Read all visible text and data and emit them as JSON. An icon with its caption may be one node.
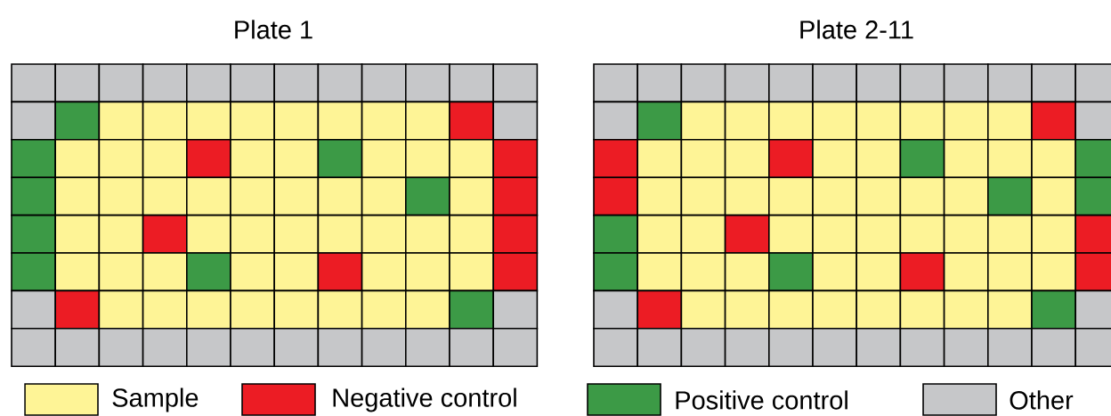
{
  "diagram": {
    "nodes": [
      {
        "text": [
          "Plate 1"
        ]
      },
      {
        "text": [
          "Plate 2-11"
        ]
      }
    ],
    "edges": [],
    "legend": [
      {
        "text": "Sample",
        "color": "#fef496"
      },
      {
        "text": "Negative control",
        "color": "#ec1c24"
      },
      {
        "text": "Positive control",
        "color": "#3c9a46"
      },
      {
        "text": "Other",
        "color": "#c6c7c9"
      }
    ]
  }
}
